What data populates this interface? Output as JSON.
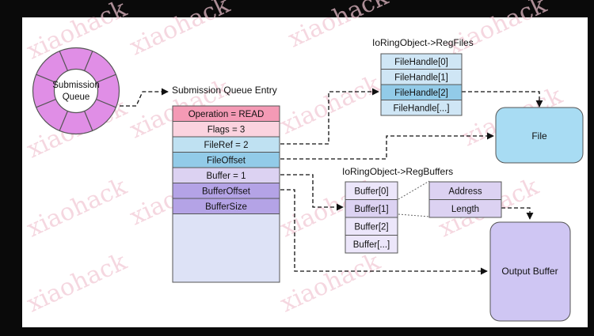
{
  "colors": {
    "ring": "#e08ee6",
    "pink": "#f49ab5",
    "pink_light": "#fbd3df",
    "blue_light": "#bfe1f2",
    "blue": "#92cbe8",
    "purple_light": "#dcd2f2",
    "purple": "#b4a3e6",
    "entry_body": "#dde2f6",
    "file_box": "#a8dcf3",
    "output_box": "#cfc6f3",
    "buffer_cell": "#ece6fa",
    "reg_cell": "#cfe6f5"
  },
  "watermark": "xiaohack",
  "sq": {
    "label_line1": "Submission",
    "label_line2": "Queue"
  },
  "sqe": {
    "title": "Submission Queue Entry",
    "rows": [
      "Operation = READ",
      "Flags = 3",
      "FileRef = 2",
      "FileOffset",
      "Buffer = 1",
      "BufferOffset",
      "BufferSize"
    ]
  },
  "regfiles": {
    "title": "IoRingObject->RegFiles",
    "rows": [
      "FileHandle[0]",
      "FileHandle[1]",
      "FileHandle[2]",
      "FileHandle[...]"
    ]
  },
  "regbuffers": {
    "title": "IoRingObject->RegBuffers",
    "rows": [
      "Buffer[0]",
      "Buffer[1]",
      "Buffer[2]",
      "Buffer[...]"
    ]
  },
  "bufentry": {
    "fields": [
      "Address",
      "Length"
    ]
  },
  "file": {
    "label": "File"
  },
  "output": {
    "label": "Output Buffer"
  }
}
